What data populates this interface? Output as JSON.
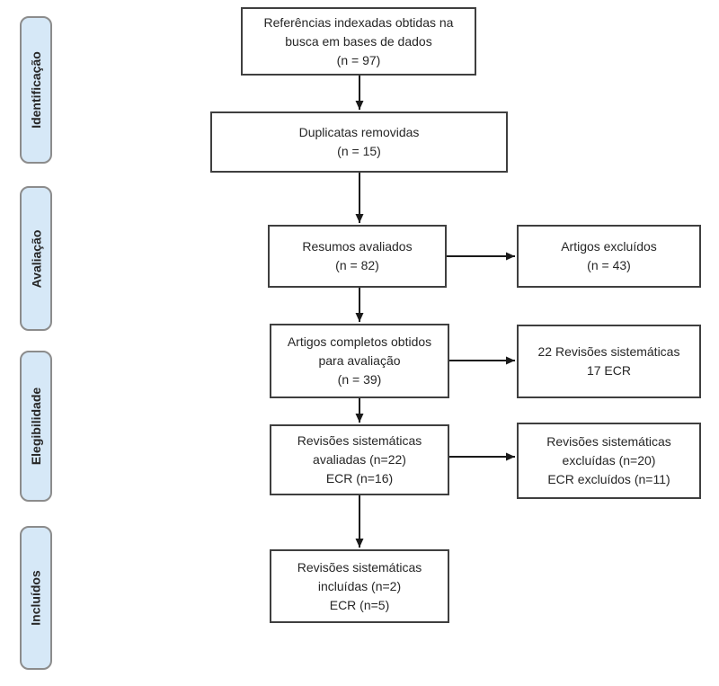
{
  "diagram": {
    "title": "PRISMA flow diagram (Portuguese)",
    "stages": [
      {
        "id": "identificacao",
        "label": "Identificação"
      },
      {
        "id": "avaliacao",
        "label": "Avaliação"
      },
      {
        "id": "elegibilidade",
        "label": "Elegibilidade"
      },
      {
        "id": "incluidos",
        "label": "Incluídos"
      }
    ],
    "main_boxes": [
      {
        "id": "references",
        "text": "Referências indexadas obtidas na\nbusca em bases de dados\n(n = 97)"
      },
      {
        "id": "duplicates-removed",
        "text": "Duplicatas removidas\n(n = 15)"
      },
      {
        "id": "abstracts-assessed",
        "text": "Resumos avaliados\n(n = 82)"
      },
      {
        "id": "fulltext-obtained",
        "text": "Artigos completos obtidos\npara avaliação\n(n = 39)"
      },
      {
        "id": "reviews-assessed",
        "text": "Revisões sistemáticas\navaliadas (n=22)\nECR (n=16)"
      },
      {
        "id": "reviews-included",
        "text": "Revisões sistemáticas\nincluídas (n=2)\nECR (n=5)"
      }
    ],
    "side_boxes": [
      {
        "id": "articles-excluded",
        "text": "Artigos excluídos\n(n = 43)"
      },
      {
        "id": "fulltext-breakdown",
        "text": "22 Revisões sistemáticas\n17 ECR"
      },
      {
        "id": "reviews-excluded",
        "text": "Revisões sistemáticas\nexcluídas (n=20)\nECR excluídos (n=11)"
      }
    ],
    "colors": {
      "stage_fill": "#d6e8f7",
      "stage_border": "#8c8c8c",
      "box_border": "#3f3f3f",
      "box_fill": "#ffffff",
      "text": "#262626",
      "arrow": "#1a1a1a"
    }
  }
}
